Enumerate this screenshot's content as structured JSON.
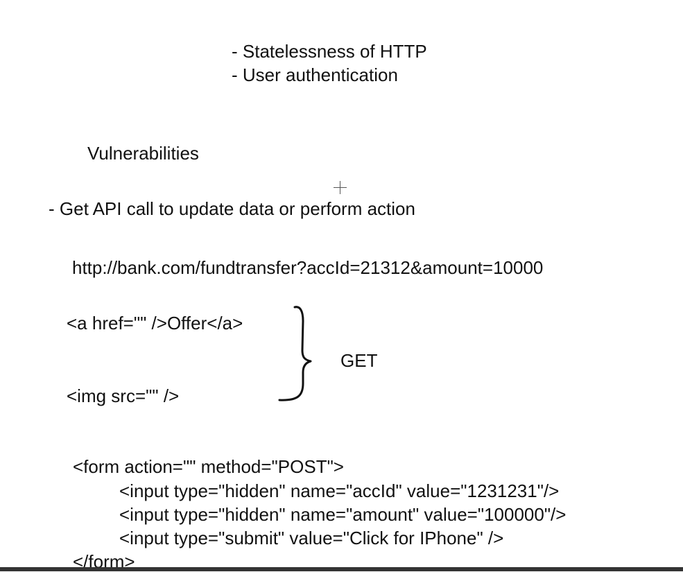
{
  "notes": {
    "bullets_top": [
      "- Statelessness of HTTP",
      "- User authentication"
    ],
    "heading": "Vulnerabilities",
    "bullet_api": "- Get API call to update data or perform action",
    "example_url": "http://bank.com/fundtransfer?accId=21312&amount=10000",
    "anchor_tag": "<a href=\"\" />Offer</a>",
    "img_tag": "<img src=\"\" />",
    "brace_label": "GET",
    "form": {
      "open": "<form action=\"\" method=\"POST\">",
      "inputs": [
        "<input type=\"hidden\" name=\"accId\" value=\"1231231\"/>",
        "<input type=\"hidden\" name=\"amount\" value=\"100000\"/>",
        "<input type=\"submit\" value=\"Click for IPhone\" />"
      ],
      "close": "</form>"
    }
  },
  "icons": {
    "cursor": "crosshair-cursor-icon",
    "brace": "curly-brace-icon"
  }
}
